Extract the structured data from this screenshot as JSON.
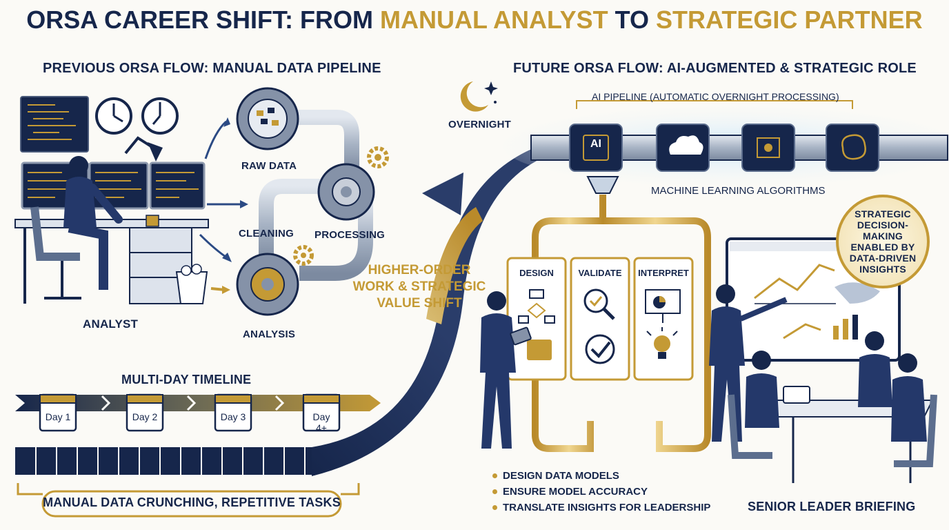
{
  "title": {
    "part1": "ORSA CAREER SHIFT: FROM ",
    "part2": "MANUAL ANALYST",
    "part3": " TO ",
    "part4": "STRATEGIC PARTNER"
  },
  "previous": {
    "heading": "PREVIOUS ORSA FLOW: MANUAL DATA PIPELINE",
    "analyst_label": "ANALYST",
    "stages": {
      "raw_data": "RAW DATA",
      "cleaning": "CLEANING",
      "processing": "PROCESSING",
      "analysis": "ANALYSIS"
    },
    "timeline_label": "MULTI-DAY TIMELINE",
    "days": [
      "Day 1",
      "Day 2",
      "Day 3",
      "Day 4+"
    ],
    "manual_bar_label": "MANUAL DATA CRUNCHING, REPETITIVE TASKS"
  },
  "shift": {
    "line1": "HIGHER-ORDER",
    "line2": "WORK & STRATEGIC",
    "line3": "VALUE SHIFT"
  },
  "future": {
    "heading": "FUTURE ORSA FLOW: AI-AUGMENTED & STRATEGIC ROLE",
    "overnight_label": "OVERNIGHT",
    "pipeline_label": "AI PIPELINE (AUTOMATIC OVERNIGHT PROCESSING)",
    "ai_chip_label": "AI",
    "ml_label": "MACHINE LEARNING ALGORITHMS",
    "cards": [
      "DESIGN",
      "VALIDATE",
      "INTERPRET"
    ],
    "bullets": [
      "DESIGN DATA MODELS",
      "ENSURE MODEL ACCURACY",
      "TRANSLATE INSIGHTS FOR LEADERSHIP"
    ],
    "strategic_badge": {
      "line1": "STRATEGIC",
      "line2": "DECISION-MAKING",
      "line3": "ENABLED BY",
      "line4": "DATA-DRIVEN",
      "line5": "INSIGHTS"
    },
    "briefing_label": "SENIOR LEADER BRIEFING"
  },
  "colors": {
    "navy": "#16264b",
    "gold": "#c49a35",
    "steel": "#9aa6b8",
    "glow": "#bfe0f5"
  }
}
